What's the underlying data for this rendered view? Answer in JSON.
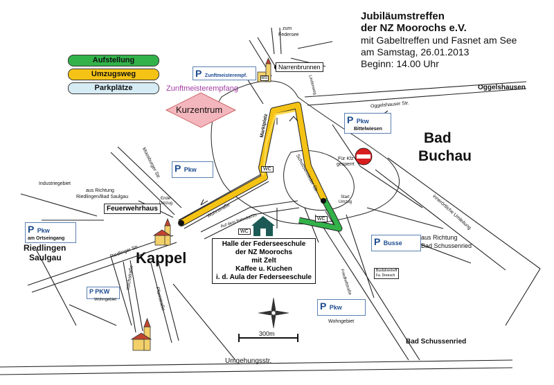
{
  "title": {
    "line1": "Jubiläumstreffen",
    "line2": "der NZ Moorochs e.V.",
    "line3": "mit Gabeltreffen und Fasnet am See",
    "line4": "am Samstag, 26.01.2013",
    "line5": "Beginn:   14.00 Uhr"
  },
  "legend": {
    "items": [
      {
        "label": "Aufstellung",
        "color": "#33b24a"
      },
      {
        "label": "Umzugsweg",
        "color": "#f5c315"
      },
      {
        "label": "Parkplätze",
        "color": "#d6ecf5"
      }
    ]
  },
  "colors": {
    "route": "#f5c315",
    "assembly": "#33b24a",
    "parking_text": "#1c4b8f",
    "kurzentrum": "#f4b6bd",
    "zunft": "#a03aa0",
    "building": "#1d5a55",
    "no_entry": "#d81e1e"
  },
  "places": {
    "bad_buchau_1": "Bad",
    "bad_buchau_2": "Buchau",
    "kappel": "Kappel",
    "riedlingen_1": "Riedlingen",
    "riedlingen_2": "Saulgau",
    "oggelshausen": "Oggelshausen",
    "bad_schussenried": "Bad Schussenried",
    "zum_federsee_1": "zum",
    "zum_federsee_2": "Federsee",
    "industriegebiet": "Industriegebiet",
    "aus_richtung_1": "aus Richtung",
    "aus_richtung_2": "Riedlingen/Bad Saulgau",
    "aus_richtung_bs_1": "aus Richtung",
    "aus_richtung_bs_2": "Bad Schussenried",
    "wohngebiet_1": "Wohngebiet",
    "wohngebiet_2": "Wohngebiet"
  },
  "streets": {
    "oggelshauser": "Oggelshauser Str.",
    "moosburger": "Moosburger Str.",
    "wuhrstrasse": "Wuhrstraße",
    "auf_dem_bahndamm": "Auf dem Bahndamm",
    "riedlinger": "Riedlinger Str.",
    "kirchstrasse": "Kirchstraße",
    "pfarrstrasse": "Pfarrstraße",
    "schussenrieder": "Schussenrieder Str.",
    "marktplatz": "Marktplatz",
    "umgehungsstr": "Umgehungsstr.",
    "innerortliche": "innerörtliche Umleitung",
    "friedhofstrasse": "Friedhofstraße",
    "lindenweg": "Lindenweg"
  },
  "labels": {
    "narrenbrunnen": "Narrenbrunnen",
    "zunftmeisterempfang": "Zunftmeisterempfang",
    "kurzentrum": "Kurzentrum",
    "feuerwehrhaus": "Feuerwehrhaus",
    "ende_umzug_1": "Ende",
    "ende_umzug_2": "Umzug",
    "start_umzug_1": "Start",
    "start_umzug_2": "Umzug",
    "fuer_kfz_1": "Für Kfz",
    "fuer_kfz_2": "gesperrt",
    "wc": "WC",
    "bustreff_1": "Busfahrertreff",
    "bustreff_2": "Fa. Dreesch",
    "scale": "300m",
    "bs": "BS"
  },
  "parking": [
    {
      "p": "P",
      "type": "Zunftmeisterempf.",
      "sub": ""
    },
    {
      "p": "P",
      "type": "Pkw",
      "sub": "Bittelwiesen"
    },
    {
      "p": "P",
      "type": "Pkw",
      "sub": ""
    },
    {
      "p": "P",
      "type": "Pkw",
      "sub": "am Ortseingang"
    },
    {
      "p": "P",
      "type": "Busse",
      "sub": ""
    },
    {
      "p": "P",
      "type": "PKW",
      "sub": "Wohngebiet"
    },
    {
      "p": "P",
      "type": "Pkw",
      "sub": ""
    }
  ],
  "halle": {
    "line1": "Halle der Federseeschule",
    "line2": "der NZ Moorochs",
    "line3": "mit Zelt",
    "line4": "Kaffee u. Kuchen",
    "line5": "i. d. Aula der Federseeschule"
  }
}
